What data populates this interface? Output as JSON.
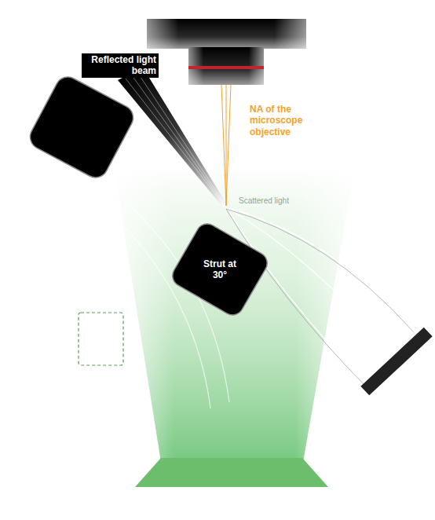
{
  "diagram": {
    "nodes": [
      {
        "text": [
          "Strut at 30°"
        ]
      }
    ],
    "labels": [
      "Reflected light beam",
      "NA of the microscope objective",
      "Scattered light"
    ]
  }
}
